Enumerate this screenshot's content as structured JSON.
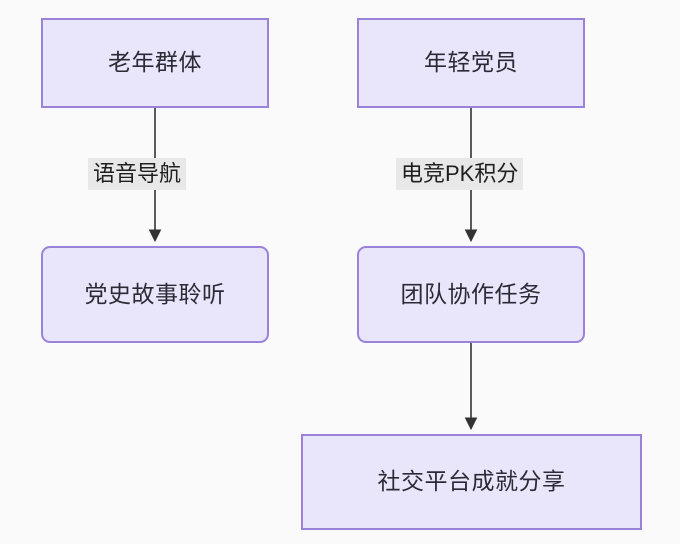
{
  "diagram": {
    "type": "flowchart",
    "direction": "top-to-bottom",
    "background_color": "#fafafa",
    "node_fill_color": "#e9e5fb",
    "node_border_color": "#9a82db",
    "node_text_color": "#2b2b35",
    "edge_color": "#333333",
    "edge_label_background": "#e8e8e8",
    "nodes": [
      {
        "id": "elderly",
        "label": "老年群体",
        "shape": "rectangle"
      },
      {
        "id": "youth",
        "label": "年轻党员",
        "shape": "rectangle"
      },
      {
        "id": "history",
        "label": "党史故事聆听",
        "shape": "rounded-rectangle"
      },
      {
        "id": "teamtask",
        "label": "团队协作任务",
        "shape": "rounded-rectangle"
      },
      {
        "id": "share",
        "label": "社交平台成就分享",
        "shape": "rectangle"
      }
    ],
    "edges": [
      {
        "from": "elderly",
        "to": "history",
        "label": "语音导航",
        "arrow": "arrowhead"
      },
      {
        "from": "youth",
        "to": "teamtask",
        "label": "电竞PK积分",
        "arrow": "arrowhead"
      },
      {
        "from": "teamtask",
        "to": "share",
        "label": "",
        "arrow": "arrowhead"
      }
    ]
  }
}
